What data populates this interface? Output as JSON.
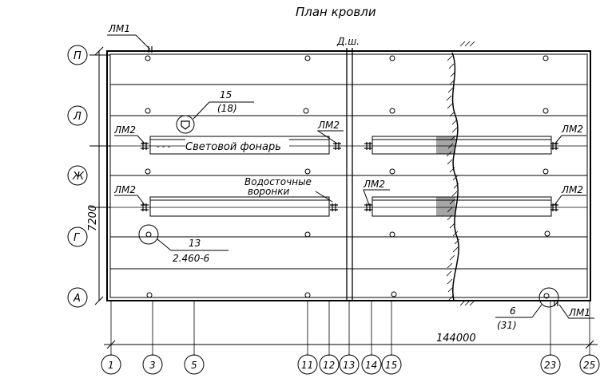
{
  "title": "План кровли",
  "row_axes": [
    "П",
    "Л",
    "Ж",
    "Г",
    "А"
  ],
  "column_axes": [
    "1",
    "3",
    "5",
    "11",
    "12",
    "13",
    "14",
    "15",
    "23",
    "25"
  ],
  "dimensions": {
    "height": "7200",
    "length": "144000"
  },
  "joint_label": "Д.ш.",
  "callouts": {
    "skylight_marker_num": "15",
    "skylight_marker_sheet": "(18)",
    "drain_marker_num": "13",
    "drain_marker_ref": "2.460-6",
    "corner_marker_num": "6",
    "corner_marker_sheet": "(31)"
  },
  "labels": {
    "skylight": "Световой фонарь",
    "drains_line1": "Водосточные",
    "drains_line2": "воронки"
  },
  "ladders": {
    "lm1": "ЛМ1",
    "lm2": "ЛМ2"
  }
}
